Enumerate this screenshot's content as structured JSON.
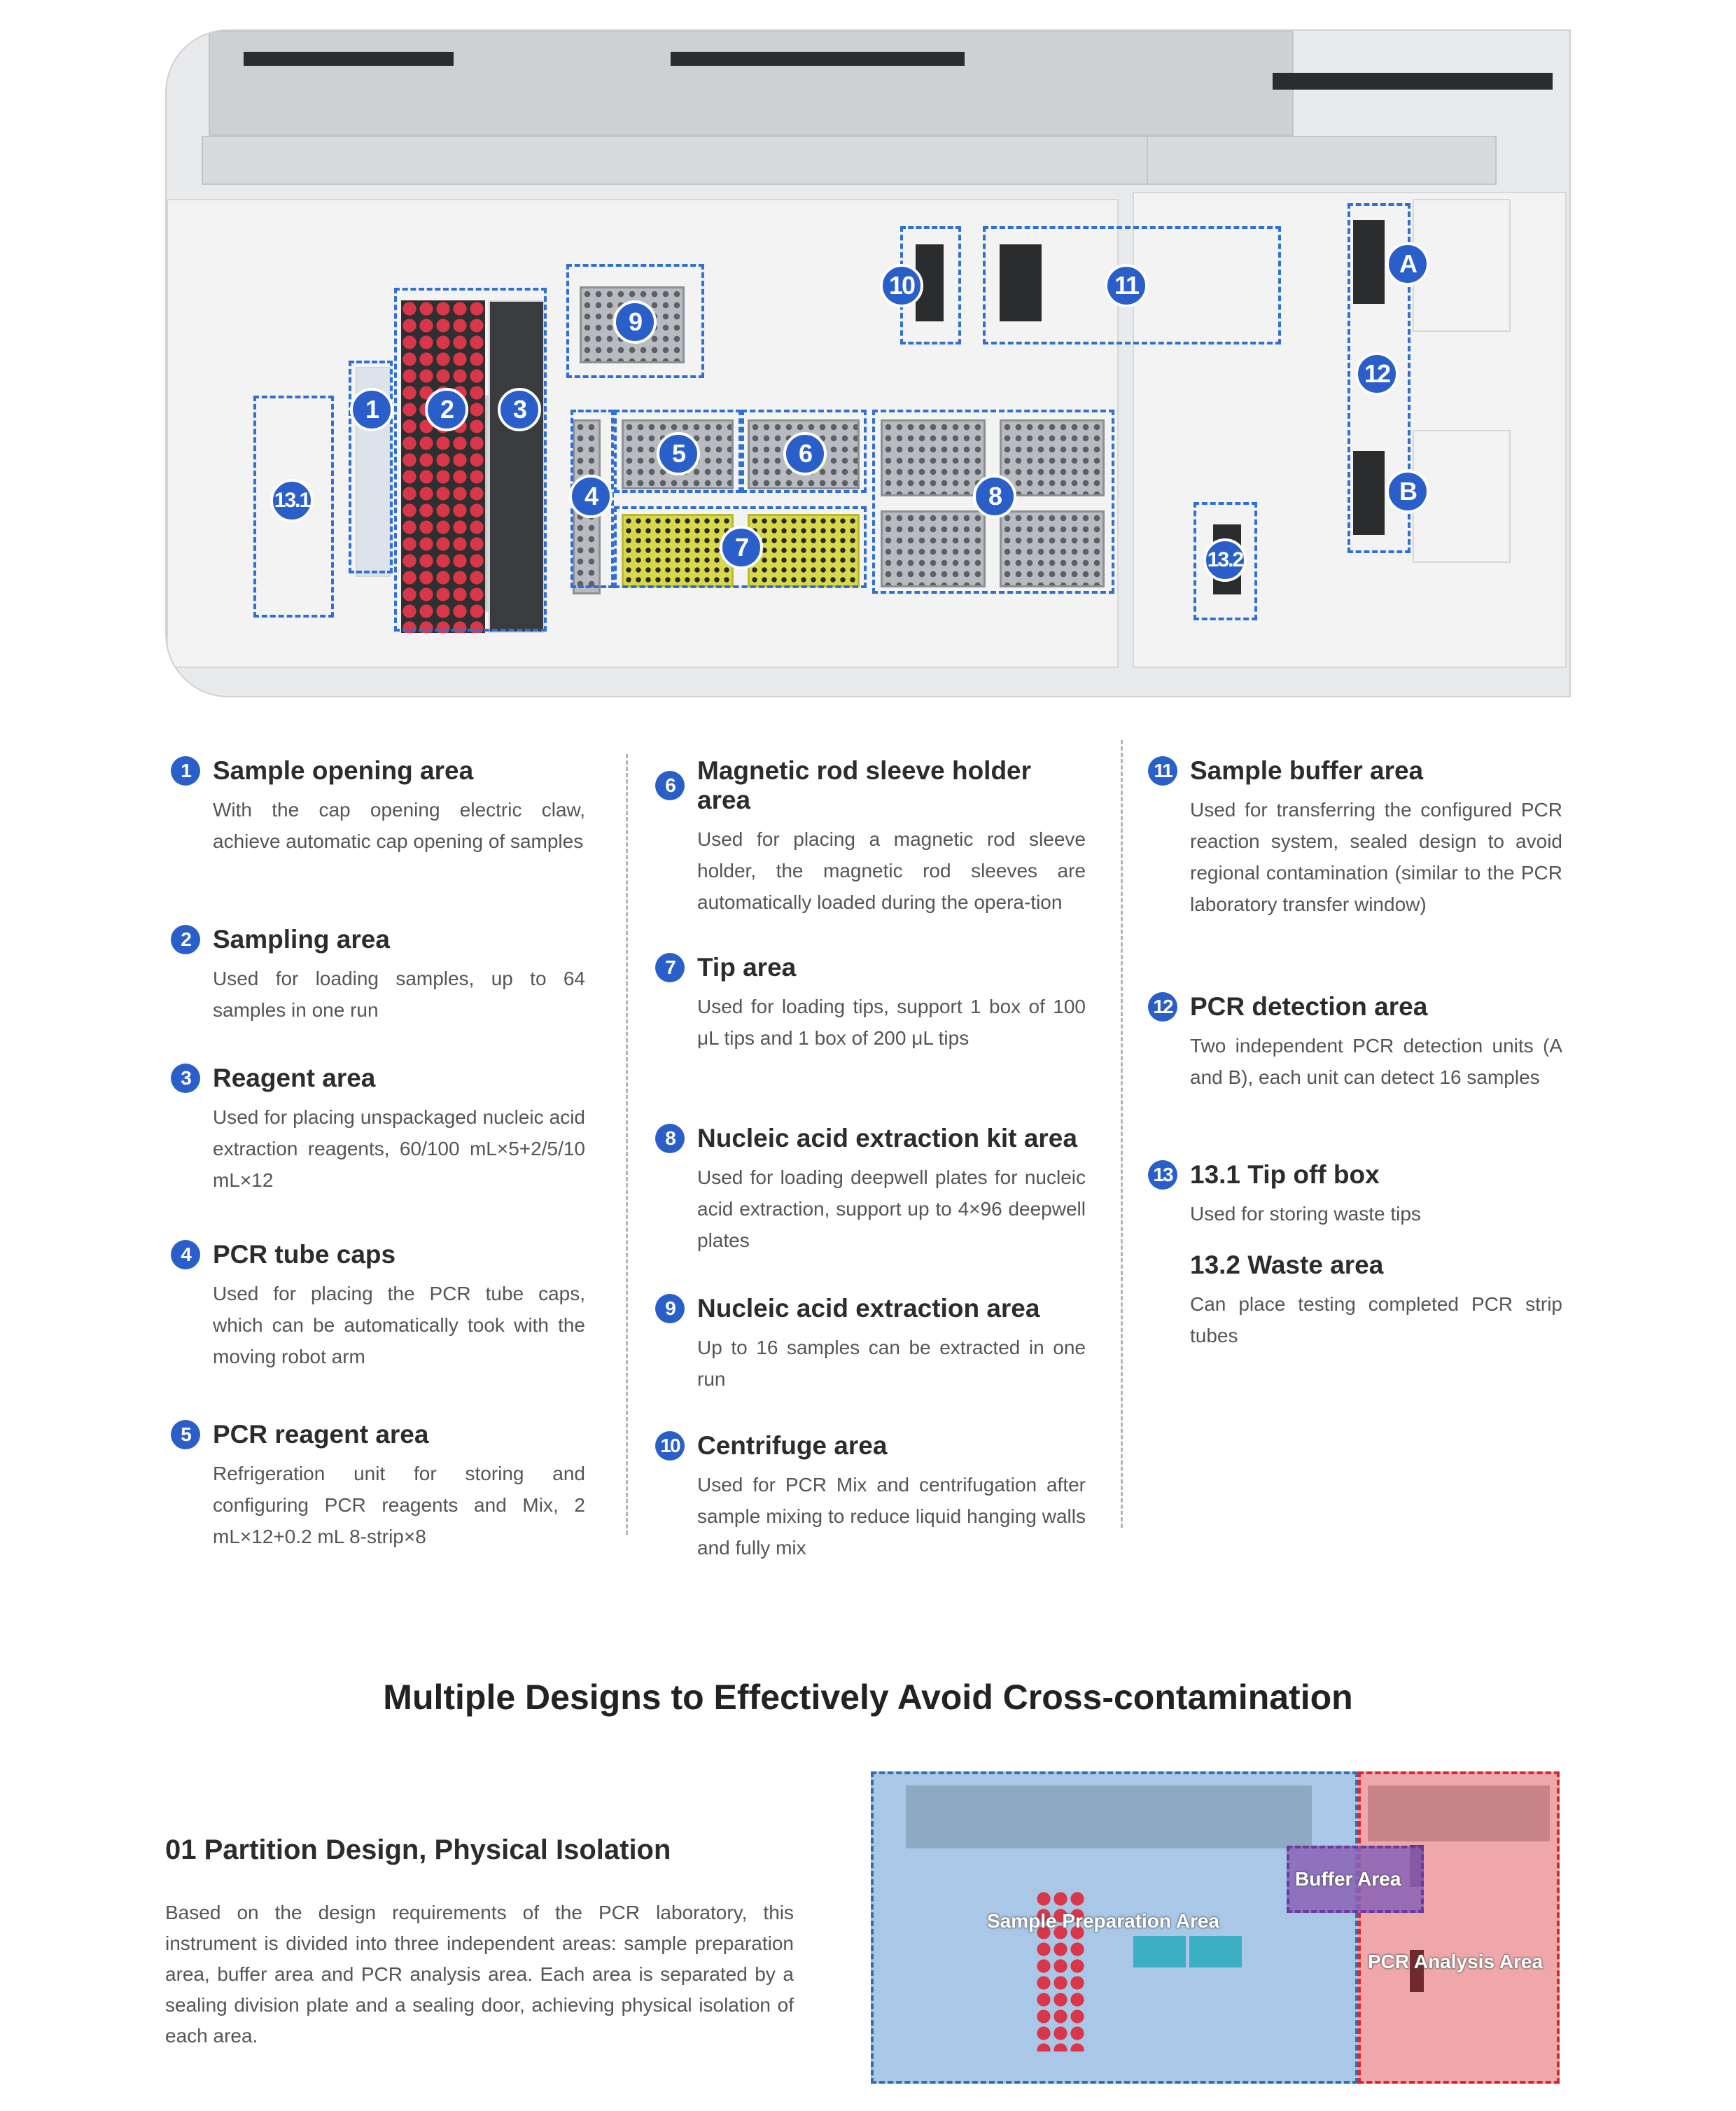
{
  "diagram": {
    "markers": [
      "1",
      "2",
      "3",
      "4",
      "5",
      "6",
      "7",
      "8",
      "9",
      "10",
      "11",
      "12",
      "A",
      "B",
      "13.1",
      "13.2"
    ]
  },
  "areas": {
    "col1": [
      {
        "num": "1",
        "title": "Sample opening area",
        "text": "With the cap opening electric claw, achieve automatic cap opening of samples"
      },
      {
        "num": "2",
        "title": "Sampling area",
        "text": "Used for loading samples, up to 64 samples in one run"
      },
      {
        "num": "3",
        "title": "Reagent area",
        "text": "Used for placing unspackaged nucleic acid extraction reagents, 60/100 mL×5+2/5/10 mL×12"
      },
      {
        "num": "4",
        "title": "PCR tube caps",
        "text": "Used for placing the PCR tube caps, which can be automatically took with the moving robot arm"
      },
      {
        "num": "5",
        "title": "PCR reagent area",
        "text": "Refrigeration unit for storing and configuring PCR reagents and Mix, 2 mL×12+0.2 mL 8-strip×8"
      }
    ],
    "col2": [
      {
        "num": "6",
        "title": "Magnetic rod sleeve holder area",
        "text": "Used for placing a magnetic rod sleeve holder, the magnetic rod sleeves are automatically loaded during the opera-tion"
      },
      {
        "num": "7",
        "title": "Tip area",
        "text": "Used for loading tips, support 1 box of 100 μL tips and 1 box of 200 μL tips"
      },
      {
        "num": "8",
        "title": "Nucleic acid extraction kit area",
        "text": "Used for loading deepwell plates for nucleic acid extraction, support up to 4×96 deepwell plates"
      },
      {
        "num": "9",
        "title": "Nucleic acid extraction area",
        "text": "Up to 16 samples can be extracted in one run"
      },
      {
        "num": "10",
        "title": "Centrifuge area",
        "text": "Used for PCR Mix and centrifugation after sample mixing to reduce liquid hanging walls and fully mix"
      }
    ],
    "col3": [
      {
        "num": "11",
        "title": "Sample buffer area",
        "text": "Used for transferring the configured PCR reaction system, sealed design to avoid regional contamination (similar to the PCR laboratory transfer window)"
      },
      {
        "num": "12",
        "title": "PCR detection area",
        "text": "Two independent PCR detection units (A and B), each unit can detect 16 samples"
      },
      {
        "num": "13",
        "title": "13.1 Tip off box",
        "text": "Used for storing waste tips"
      },
      {
        "title": "13.2 Waste area",
        "text": "Can place testing completed PCR strip tubes"
      }
    ]
  },
  "section": {
    "heading": "Multiple Designs to Effectively Avoid Cross-contamination",
    "partition_title": "01 Partition Design, Physical Isolation",
    "partition_text": "Based on the design requirements of the PCR laboratory, this instrument is divided into three independent areas: sample preparation area, buffer area and PCR analysis area. Each area is separated by a sealing division plate and a sealing door, achieving physical isolation of each area.",
    "zones": {
      "sample": "Sample Preparation Area",
      "buffer": "Buffer Area",
      "pcr": "PCR Analysis Area"
    }
  },
  "colors": {
    "accent": "#2a5fc9",
    "sample_zone": "#a9c7e6",
    "buffer_zone": "#8a63b8",
    "pcr_zone": "#f0a0a4"
  }
}
